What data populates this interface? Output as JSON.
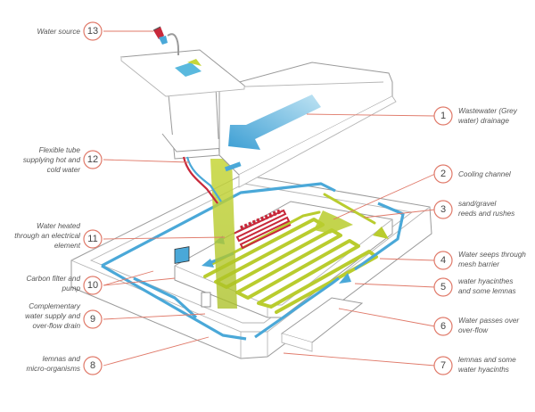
{
  "callouts": [
    {
      "id": "13",
      "label_lines": [
        "Water source"
      ]
    },
    {
      "id": "12",
      "label_lines": [
        "Flexible tube",
        "supplying hot and",
        "cold water"
      ]
    },
    {
      "id": "11",
      "label_lines": [
        "Water heated",
        "through an electrical",
        "element"
      ]
    },
    {
      "id": "10",
      "label_lines": [
        "Carbon filter and",
        "pump"
      ]
    },
    {
      "id": "9",
      "label_lines": [
        "Complementary",
        "water supply and",
        "over-flow drain"
      ]
    },
    {
      "id": "8",
      "label_lines": [
        "lemnas and",
        "micro-organisms"
      ]
    },
    {
      "id": "1",
      "label_lines": [
        "Wastewater (Grey",
        "water) drainage"
      ]
    },
    {
      "id": "2",
      "label_lines": [
        "Cooling channel"
      ]
    },
    {
      "id": "3",
      "label_lines": [
        "sand/gravel",
        "reeds and rushes"
      ]
    },
    {
      "id": "4",
      "label_lines": [
        "Water seeps through",
        "mesh barrier"
      ]
    },
    {
      "id": "5",
      "label_lines": [
        "water hyacinthes",
        "and some lemnas"
      ]
    },
    {
      "id": "6",
      "label_lines": [
        "Water passes over",
        "over-flow"
      ]
    },
    {
      "id": "7",
      "label_lines": [
        "lemnas and some",
        "water hyacinths"
      ]
    }
  ],
  "colors": {
    "accent_red": "#e07a6a",
    "water_blue": "#4aa8d8",
    "filter_green": "#b9cc2e",
    "hot_red": "#c8283a",
    "outline_grey": "#9a9a9a"
  }
}
